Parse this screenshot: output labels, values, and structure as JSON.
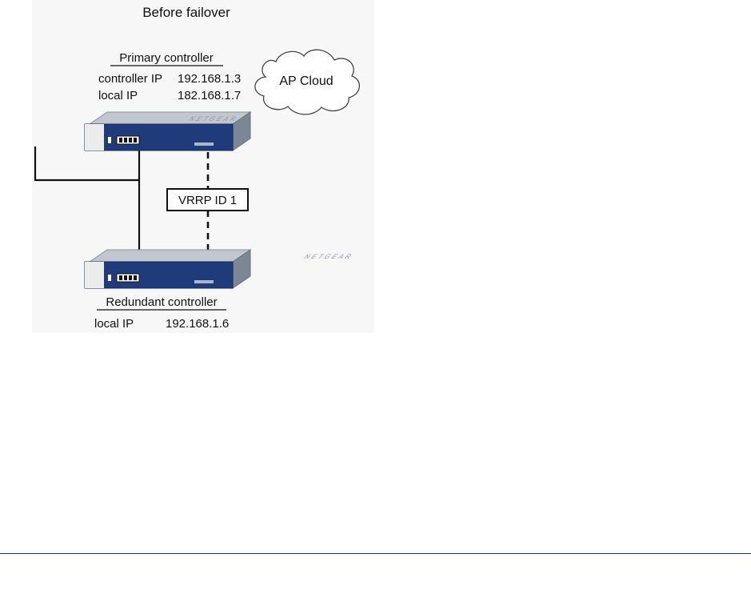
{
  "diagram": {
    "title": "Before failover",
    "primary": {
      "heading": "Primary controller",
      "rows": [
        {
          "label": "controller IP",
          "value": "192.168.1.3"
        },
        {
          "label": "local IP",
          "value": "182.168.1.7"
        }
      ]
    },
    "cloud": {
      "label": "AP Cloud"
    },
    "vrrp": {
      "label": "VRRP ID 1"
    },
    "redundant": {
      "heading": "Redundant controller",
      "rows": [
        {
          "label": "local IP",
          "value": "192.168.1.6"
        }
      ]
    },
    "device": {
      "brand": "NETGEAR",
      "colors": {
        "chassis_top": "#c2c7cf",
        "front_panel": "#1f3b7a",
        "front_left": "#ececec"
      }
    }
  }
}
